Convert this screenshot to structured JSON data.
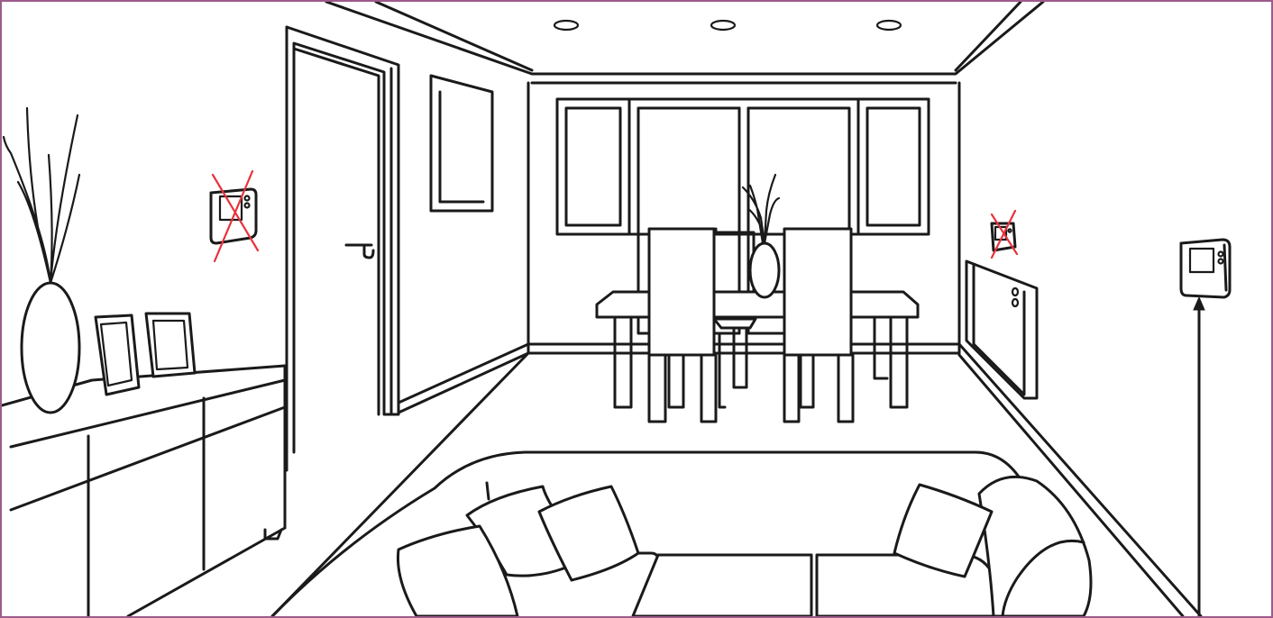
{
  "colors": {
    "frame_border": "#9c5b8a",
    "line": "#1a1a1a",
    "background": "#ffffff",
    "cross_out": "#e8323c"
  },
  "thermostats": [
    {
      "id": "left-wall",
      "status": "crossed-out",
      "icon": "thermostat-icon"
    },
    {
      "id": "beside-radiator",
      "status": "crossed-out",
      "icon": "thermostat-icon"
    },
    {
      "id": "open-wall",
      "status": "recommended",
      "icon": "thermostat-icon"
    }
  ],
  "icons": [
    "thermostat-icon",
    "cross-out-icon",
    "arrow-up-icon",
    "vase-icon",
    "picture-frame-icon",
    "door-handle-icon",
    "ceiling-light-icon"
  ]
}
